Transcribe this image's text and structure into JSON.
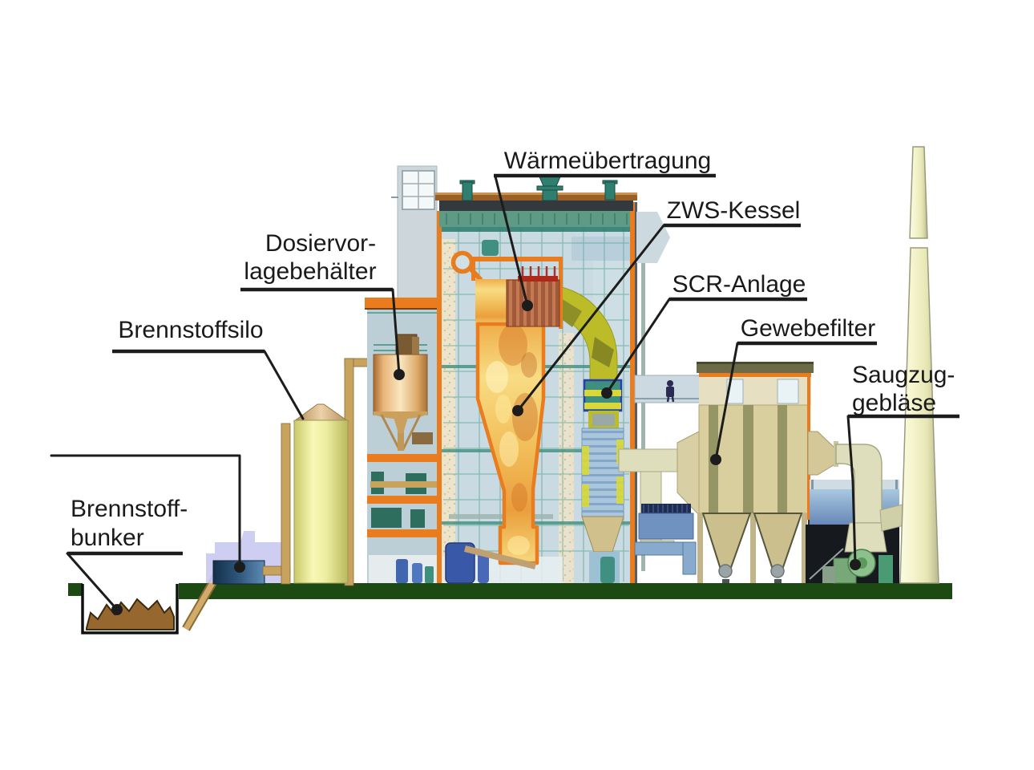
{
  "labels": [
    {
      "id": "waermeuebertragung",
      "lines": [
        "Wärmeübertragung"
      ]
    },
    {
      "id": "zws-kessel",
      "lines": [
        "ZWS-Kessel"
      ]
    },
    {
      "id": "scr-anlage",
      "lines": [
        "SCR-Anlage"
      ]
    },
    {
      "id": "gewebefilter",
      "lines": [
        "Gewebefilter"
      ]
    },
    {
      "id": "saugzuggeblaese",
      "lines": [
        "Saugzug-",
        "gebläse"
      ]
    },
    {
      "id": "dosiervorlagebehaelter",
      "lines": [
        "Dosiervor-",
        "lagebehälter"
      ]
    },
    {
      "id": "brennstoffsilo",
      "lines": [
        "Brennstoffsilo"
      ]
    },
    {
      "id": "brennstoffbunker",
      "lines": [
        "Brennstoff-",
        "bunker"
      ]
    }
  ],
  "colors": {
    "label_text": "#1a1a1a",
    "leader_line": "#1c1c1c",
    "ground_green": "#1c4a12",
    "frame_orange": "#e87c1e",
    "duct_chartreuse": "#bcbc28",
    "duct_pale": "#dedebc",
    "structure_teal": "#46907e",
    "roof_brown": "#9a6028",
    "roof_dark": "#33393d",
    "wall_blue_grey": "#c9dae2",
    "annex_wall": "#bccfd6",
    "flame_orange": "#e08830",
    "scr_border_blue": "#2840a8",
    "scr_yellow": "#d8d838",
    "hx_blue": "#aac6dc",
    "filter_tan": "#d9cf9e",
    "filter_olive": "#8e8e5e",
    "silo_yellow": "#efef9e",
    "pipe_tan": "#c8a35e",
    "fuel_brown": "#96682f",
    "machine_lavender": "#c9c9f2",
    "fan_green": "#7cb87c",
    "chimney_cream": "#f2f2d2",
    "walkway_blue": "#cdd9e0",
    "person_navy": "#2a2a52"
  }
}
